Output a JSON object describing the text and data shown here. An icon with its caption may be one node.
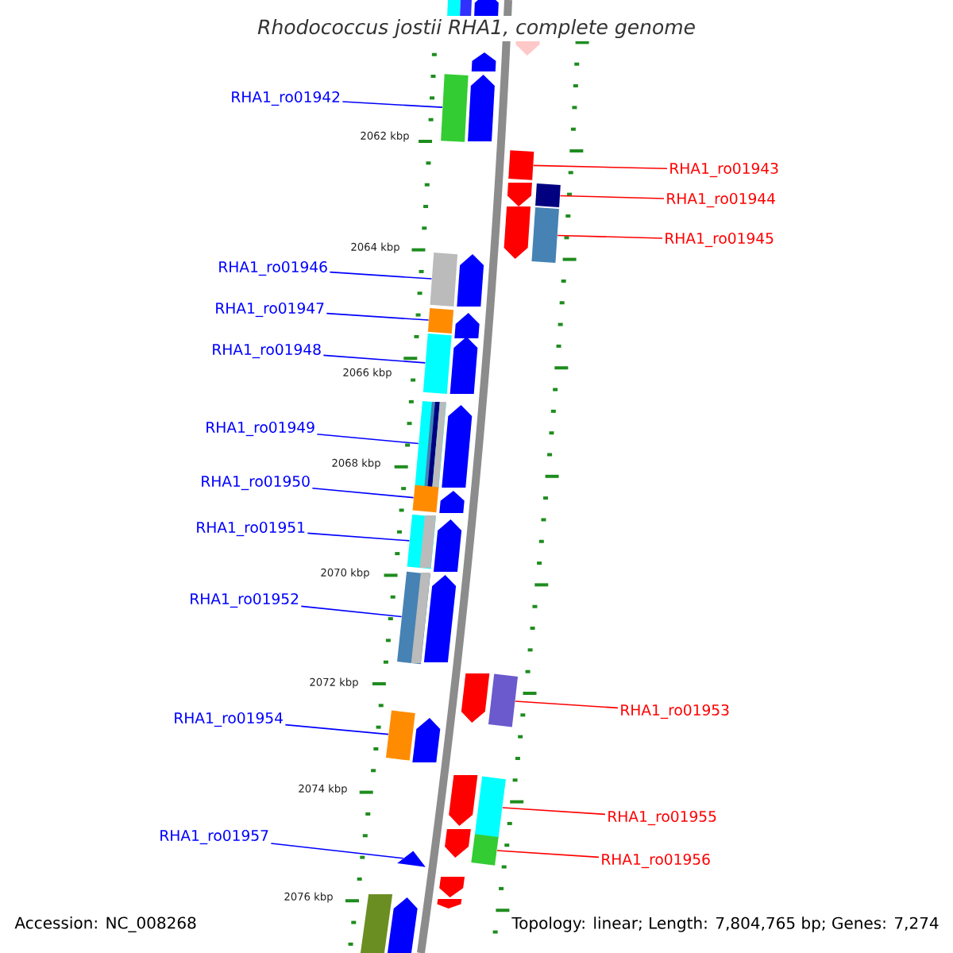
{
  "diagram": {
    "title": "Rhodococcus jostii RHA1, complete genome",
    "nodes": [
      {
        "text": [
          "RHA1_ro01942"
        ]
      },
      {
        "text": [],
        "shape": "box"
      },
      {
        "text": [
          "RHA1_ro01943"
        ]
      },
      {
        "text": [],
        "shape": "box"
      },
      {
        "text": [
          "RHA1_ro01944"
        ]
      },
      {
        "text": [],
        "shape": "box"
      },
      {
        "text": [
          "RHA1_ro01945"
        ]
      },
      {
        "text": [],
        "shape": "box"
      },
      {
        "text": [
          "RHA1_ro01946"
        ]
      },
      {
        "text": [],
        "shape": "box"
      },
      {
        "text": [
          "RHA1_ro01947"
        ]
      },
      {
        "text": [],
        "shape": "box"
      },
      {
        "text": [
          "RHA1_ro01948"
        ]
      },
      {
        "text": [],
        "shape": "box"
      },
      {
        "text": [
          "RHA1_ro01949"
        ]
      },
      {
        "text": [],
        "shape": "box"
      },
      {
        "text": [
          "RHA1_ro01950"
        ]
      },
      {
        "text": [],
        "shape": "box"
      },
      {
        "text": [
          "RHA1_ro01951"
        ]
      },
      {
        "text": [],
        "shape": "box"
      },
      {
        "text": [
          "RHA1_ro01952"
        ]
      },
      {
        "text": [],
        "shape": "box"
      },
      {
        "text": [
          "RHA1_ro01953"
        ]
      },
      {
        "text": [],
        "shape": "box"
      },
      {
        "text": [
          "RHA1_ro01954"
        ]
      },
      {
        "text": [],
        "shape": "box"
      },
      {
        "text": [
          "RHA1_ro01955"
        ]
      },
      {
        "text": [],
        "shape": "box"
      },
      {
        "text": [
          "RHA1_ro01956"
        ]
      },
      {
        "text": [],
        "shape": "box"
      },
      {
        "text": [
          "RHA1_ro01957"
        ]
      },
      {
        "text": [],
        "shape": "triangle"
      }
    ],
    "edges": [
      {
        "from": 0,
        "to": 1,
        "arrow": "none"
      },
      {
        "from": 2,
        "to": 3,
        "arrow": "none",
        "color": "#ff0000"
      },
      {
        "from": 4,
        "to": 5,
        "arrow": "none",
        "color": "#ff0000"
      },
      {
        "from": 6,
        "to": 7,
        "arrow": "none",
        "color": "#ff0000"
      },
      {
        "from": 8,
        "to": 9,
        "arrow": "none"
      },
      {
        "from": 10,
        "to": 11,
        "arrow": "none"
      },
      {
        "from": 12,
        "to": 13,
        "arrow": "none"
      },
      {
        "from": 14,
        "to": 15,
        "arrow": "none"
      },
      {
        "from": 16,
        "to": 17,
        "arrow": "none"
      },
      {
        "from": 18,
        "to": 19,
        "arrow": "none"
      },
      {
        "from": 20,
        "to": 21,
        "arrow": "none"
      },
      {
        "from": 22,
        "to": 23,
        "arrow": "none",
        "color": "#ff0000"
      },
      {
        "from": 24,
        "to": 25,
        "arrow": "none"
      },
      {
        "from": 26,
        "to": 27,
        "arrow": "none",
        "color": "#ff0000"
      },
      {
        "from": 28,
        "to": 29,
        "arrow": "none",
        "color": "#ff0000"
      },
      {
        "from": 30,
        "to": 31,
        "arrow": "none"
      }
    ],
    "labels": [
      "2062 kbp",
      "2064 kbp",
      "2066 kbp",
      "2068 kbp",
      "2070 kbp",
      "2072 kbp",
      "2074 kbp",
      "2076 kbp",
      "Accession: NC_008268",
      "Topology: linear; Length: 7,804,765 bp; Genes: 7,274"
    ]
  }
}
